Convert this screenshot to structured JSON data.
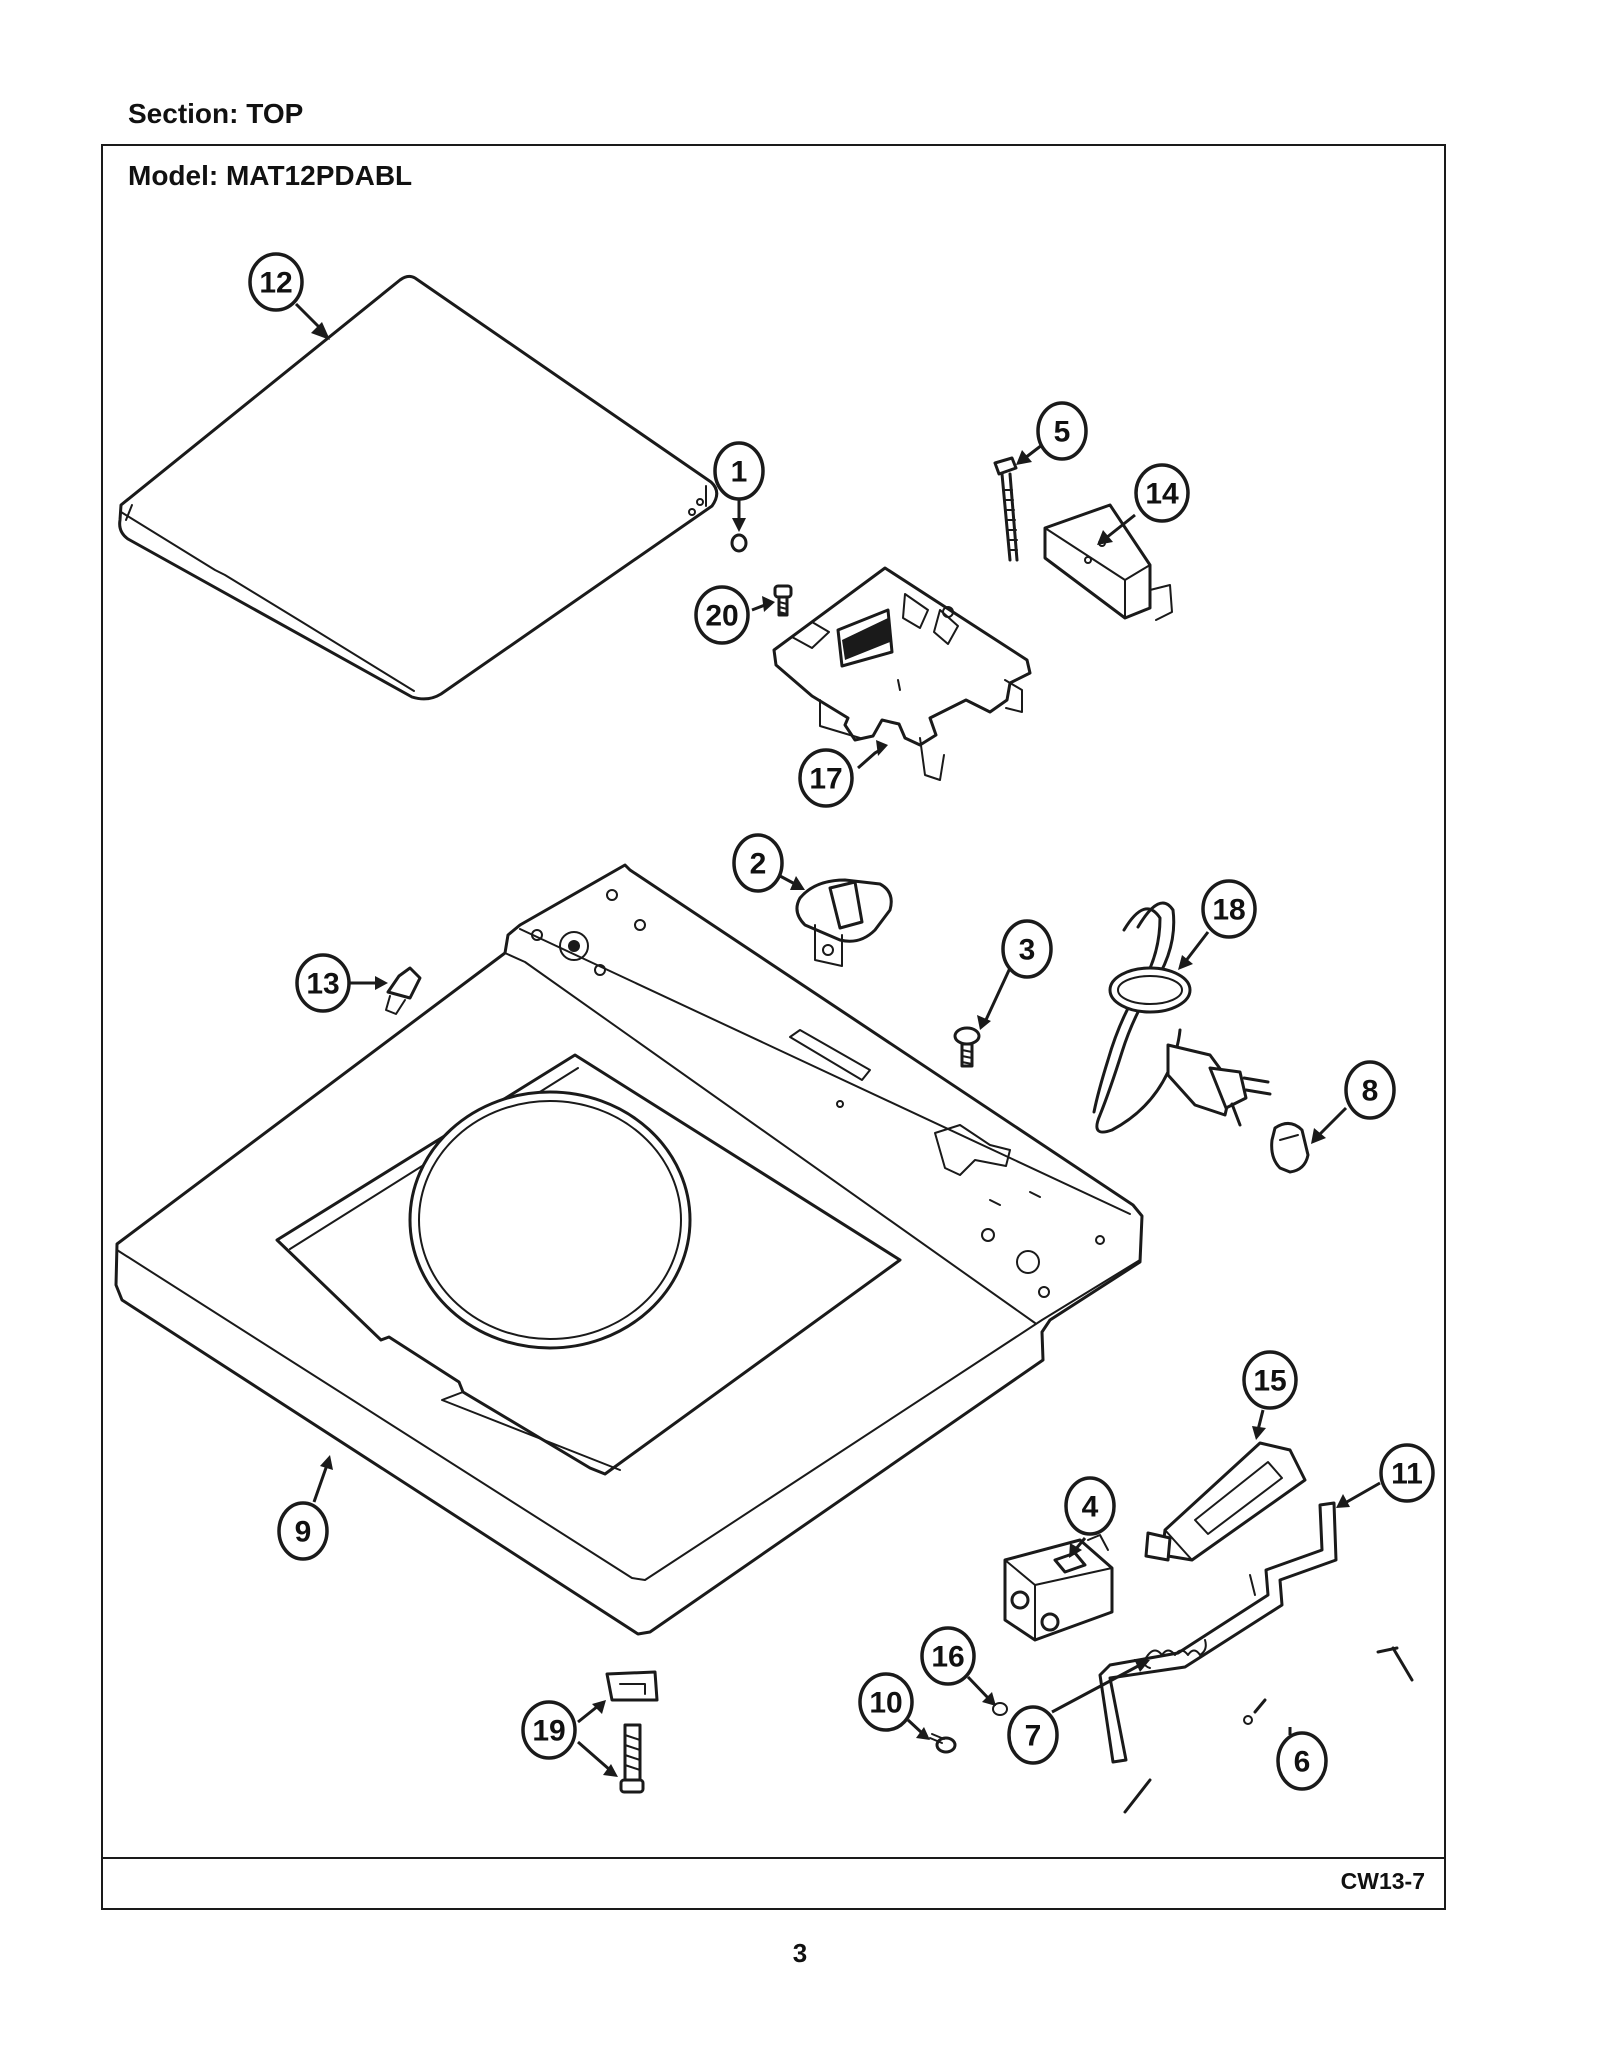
{
  "header": {
    "section_label": "Section:  TOP",
    "model_label": "Model:  MAT12PDABL"
  },
  "footer": {
    "diagram_code": "CW13-7",
    "page_number": "3"
  },
  "callouts": [
    "1",
    "2",
    "3",
    "4",
    "5",
    "6",
    "7",
    "8",
    "9",
    "10",
    "11",
    "12",
    "13",
    "14",
    "15",
    "16",
    "17",
    "18",
    "19",
    "20"
  ]
}
